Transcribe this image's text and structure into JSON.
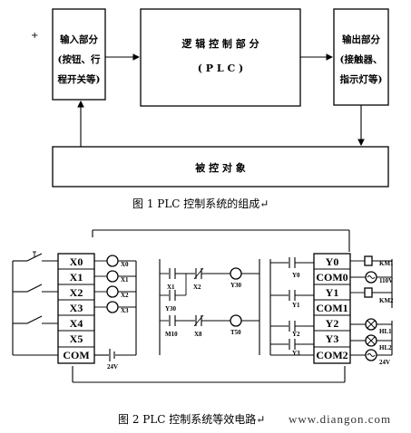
{
  "fig1": {
    "input_box": {
      "line1": "输入部分",
      "line2": "(按钮、行",
      "line3": "程开关等)"
    },
    "plc_box": {
      "line1": "逻 辑 控 制 部 分",
      "line2": "( P L C )"
    },
    "output_box": {
      "line1": "输出部分",
      "line2": "(接触器、",
      "line3": "指示灯等)"
    },
    "controlled_box": "被  控  对  象",
    "caption": "图 1   PLC 控制系统的组成↵"
  },
  "fig2": {
    "inputs": [
      "X0",
      "X1",
      "X2",
      "X3",
      "X4",
      "X5",
      "COM"
    ],
    "input_labels": [
      "X0",
      "X1",
      "X2",
      "X3"
    ],
    "input_supply": "24V",
    "ladder": {
      "contacts": [
        "X1",
        "X2",
        "Y30",
        "M10",
        "X8"
      ],
      "coils": [
        "Y30",
        "T50"
      ]
    },
    "outputs": [
      "Y0",
      "COM0",
      "Y1",
      "COM1",
      "Y2",
      "Y3",
      "COM2"
    ],
    "output_contacts": [
      "Y0",
      "Y1",
      "Y2",
      "Y3"
    ],
    "loads": [
      "KM1",
      "KM2",
      "HL1",
      "HL2"
    ],
    "supplies": [
      "110V",
      "24V"
    ],
    "caption": "图 2   PLC 控制系统等效电路↵",
    "watermark": "www.diangon.com"
  }
}
